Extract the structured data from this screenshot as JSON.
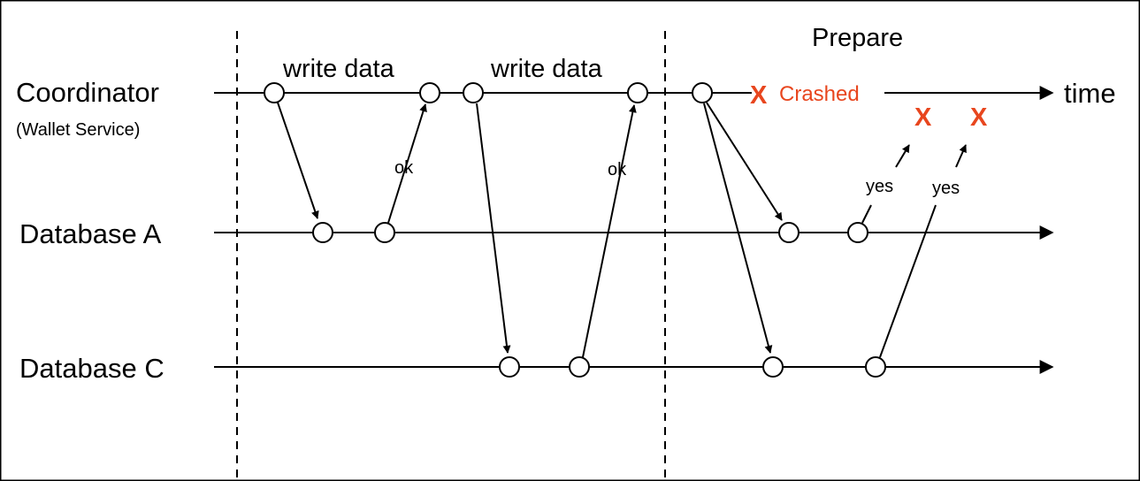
{
  "lanes": {
    "coordinator": {
      "name": "Coordinator",
      "subtitle": "(Wallet Service)"
    },
    "database_a": {
      "name": "Database A"
    },
    "database_c": {
      "name": "Database C"
    }
  },
  "time_label": "time",
  "phase_label": "Prepare",
  "messages": {
    "write_data_1": "write data",
    "write_data_2": "write data",
    "ok_1": "ok",
    "ok_2": "ok",
    "yes_1": "yes",
    "yes_2": "yes"
  },
  "crash": {
    "label": "Crashed",
    "mark": "X",
    "color": "#e8461e"
  },
  "lost_reply_marks": [
    "X",
    "X"
  ]
}
